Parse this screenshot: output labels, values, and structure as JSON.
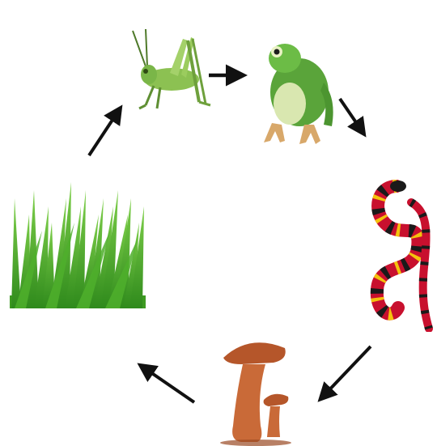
{
  "diagram": {
    "type": "food-chain-cycle",
    "nodes": [
      {
        "id": "grass",
        "icon": "grass-icon",
        "color": "#4caf2a"
      },
      {
        "id": "grasshopper",
        "icon": "grasshopper-icon",
        "color": "#7ab648"
      },
      {
        "id": "frog",
        "icon": "frog-icon",
        "color": "#5aa43a"
      },
      {
        "id": "snake",
        "icon": "snake-icon",
        "color": "#c8102e"
      },
      {
        "id": "mushroom",
        "icon": "mushroom-icon",
        "color": "#b5562a"
      }
    ],
    "edges": [
      {
        "from": "grass",
        "to": "grasshopper"
      },
      {
        "from": "grasshopper",
        "to": "frog"
      },
      {
        "from": "frog",
        "to": "snake"
      },
      {
        "from": "snake",
        "to": "mushroom"
      },
      {
        "from": "mushroom",
        "to": "grass"
      }
    ],
    "arrow_color": "#111111"
  }
}
